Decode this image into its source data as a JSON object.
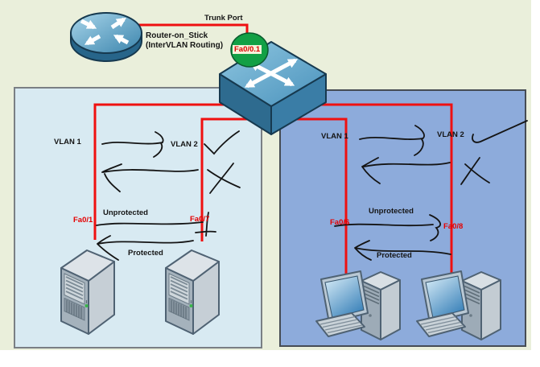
{
  "title": "Router-on-a-Stick InterVLAN Routing Diagram",
  "colors": {
    "canvas_background": "#eaefdb",
    "left_zone_fill": "#d8eaf2",
    "left_zone_border": "#7a7f84",
    "right_zone_fill": "#8dabdb",
    "right_zone_border": "#464c54",
    "link_red": "#ef1010",
    "annotation_black": "#141414",
    "subinterface_badge_green": "#12a045",
    "device_blue": "#3c7ea8",
    "port_label_red": "#e60000"
  },
  "router": {
    "label_line1": "Router-on_Stick",
    "label_line2": "(InterVLAN Routing)"
  },
  "trunk": {
    "label": "Trunk Port",
    "subinterface": "Fa0/0.1"
  },
  "zones": {
    "left": {
      "vlan1": "VLAN 1",
      "vlan2": "VLAN 2",
      "unprotected": "Unprotected",
      "protected": "Protected",
      "port_a": "Fa0/1",
      "port_b": "Fa0/7",
      "devices": [
        "server",
        "server"
      ]
    },
    "right": {
      "vlan1": "VLAN 1",
      "vlan2": "VLAN 2",
      "unprotected": "Unprotected",
      "protected": "Protected",
      "port_a": "Fa0/6",
      "port_b": "Fa0/8",
      "devices": [
        "pc",
        "pc"
      ]
    }
  },
  "icons": {
    "router": "router-icon",
    "switch": "switch-icon",
    "server": "server-icon",
    "pc": "pc-icon",
    "badge": "trunk-subinterface-badge"
  }
}
